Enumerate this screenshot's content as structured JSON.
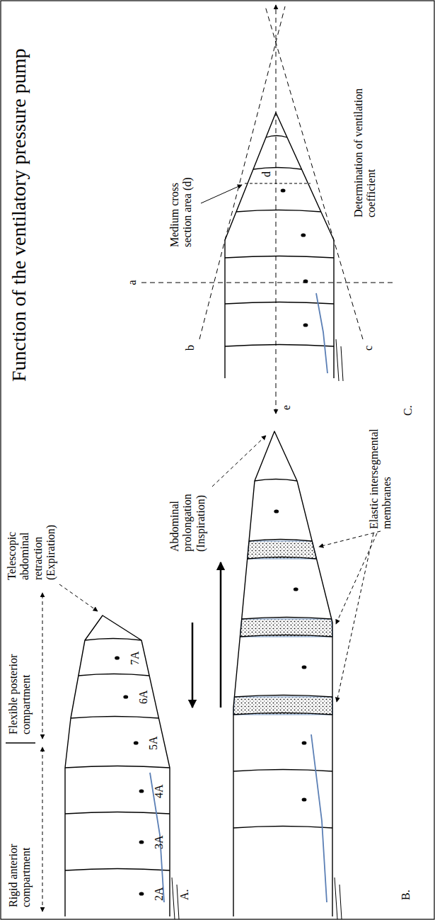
{
  "diagram": {
    "title": "Function of the ventilatory pressure pump",
    "labels": [
      "Rigid anterior compartment",
      "Flexible posterior compartment",
      "Telescopic abdominal retraction (Expiration)",
      "2A",
      "3A",
      "4A",
      "5A",
      "6A",
      "7A",
      "A.",
      "Abdominal prolongation (Inspiration)",
      "Elastic intersegmental membranes",
      "B.",
      "Medium cross section area (d)",
      "a",
      "b",
      "c",
      "d",
      "e",
      "Determination of ventilation coefficient",
      "C."
    ]
  }
}
